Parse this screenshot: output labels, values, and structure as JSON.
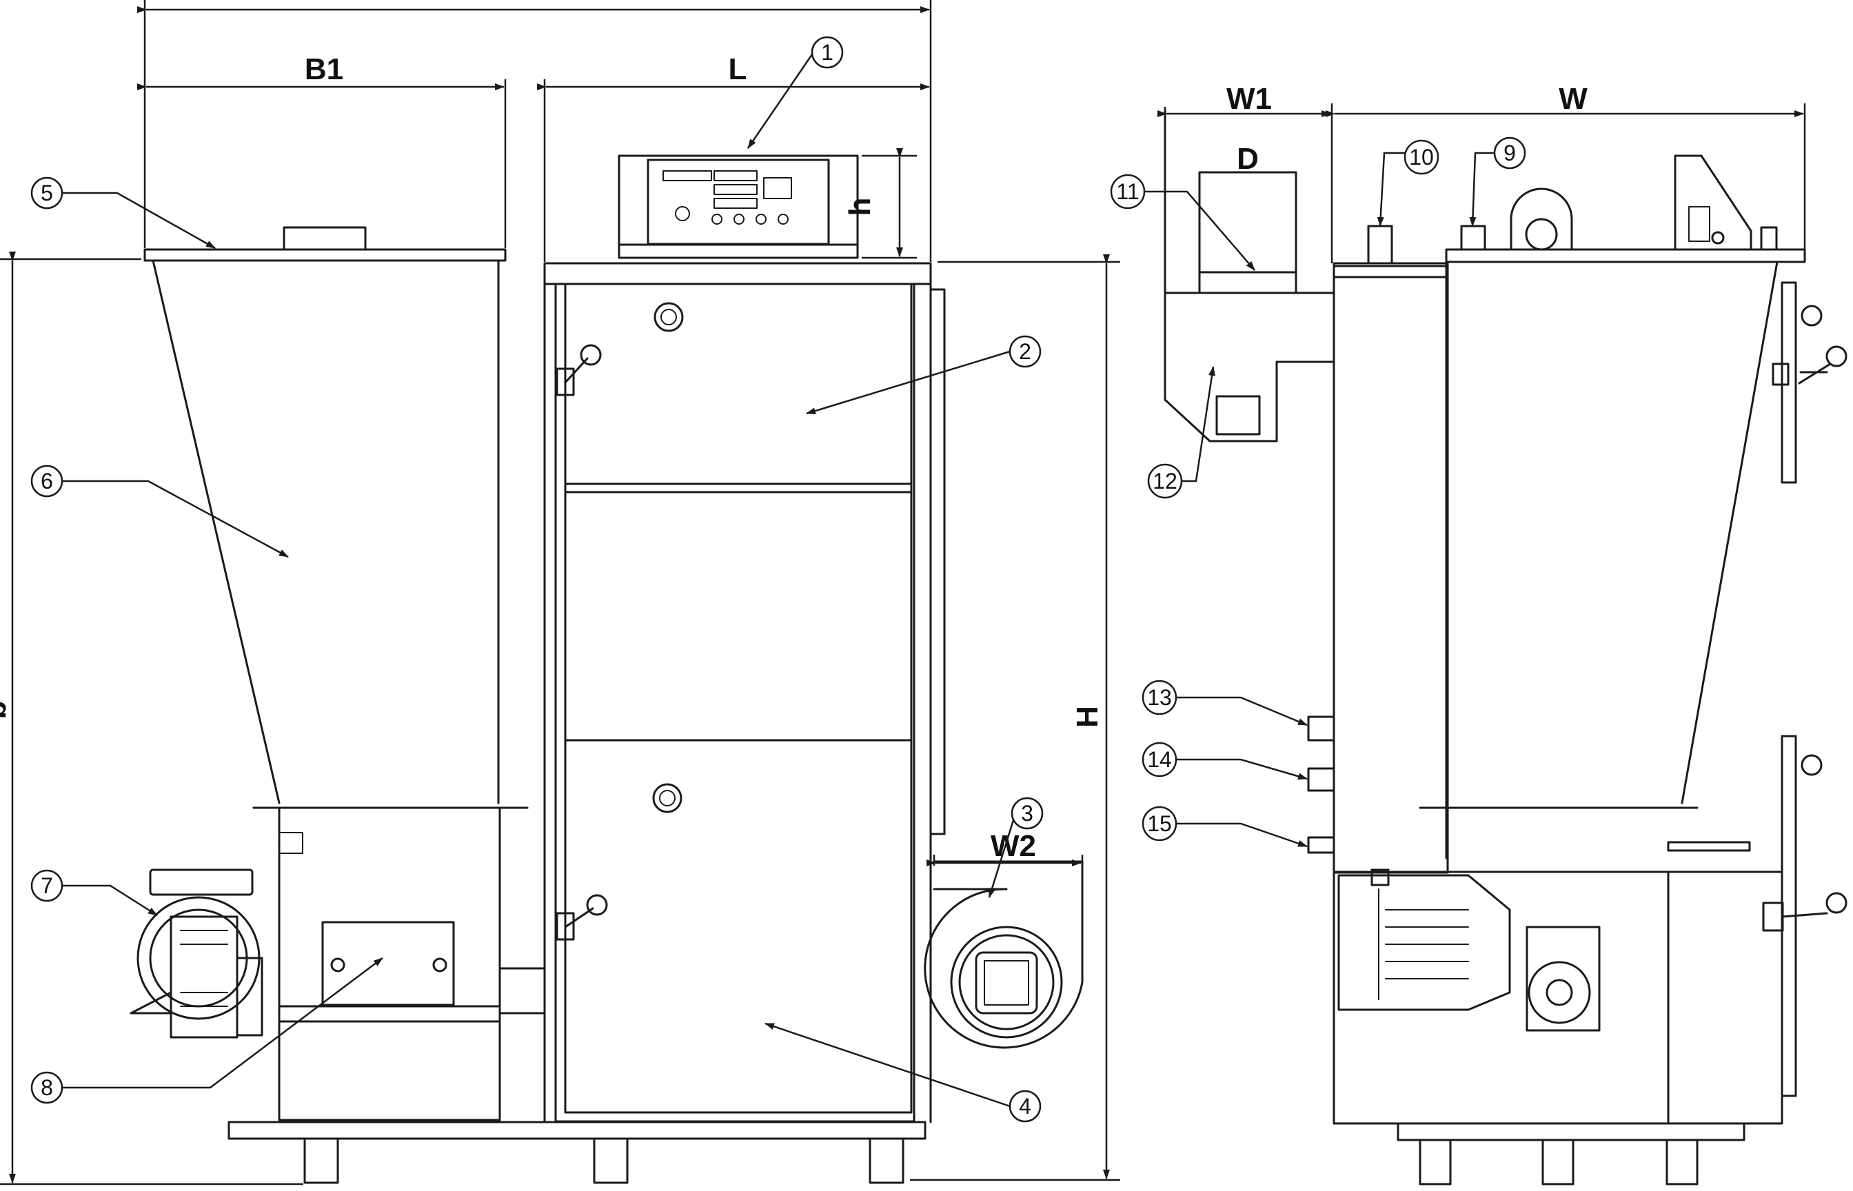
{
  "dimensions": {
    "b1": "B1",
    "l": "L",
    "h_small": "h",
    "h_large": "H",
    "b_left": "b",
    "w1": "W1",
    "w": "W",
    "d": "D",
    "w2": "W2"
  },
  "callouts": [
    "1",
    "2",
    "3",
    "4",
    "5",
    "6",
    "7",
    "8",
    "9",
    "10",
    "11",
    "12",
    "13",
    "14",
    "15"
  ]
}
